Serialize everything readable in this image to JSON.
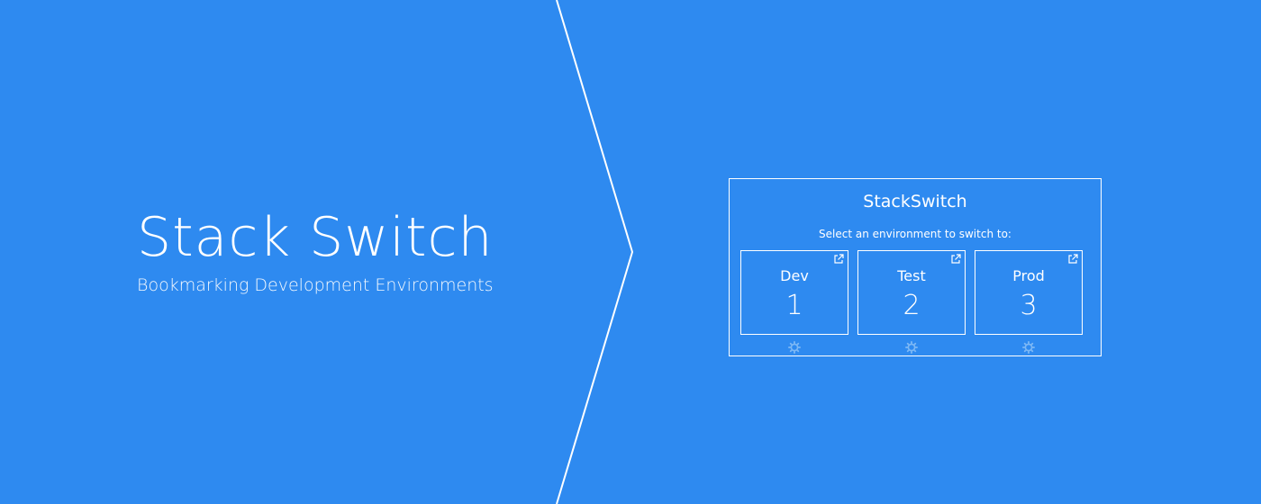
{
  "hero": {
    "title": "Stack Switch",
    "subtitle": "Bookmarking Development Environments"
  },
  "popup": {
    "title": "StackSwitch",
    "subtitle": "Select an environment to switch to:",
    "environments": [
      {
        "name": "Dev",
        "number": "1",
        "icon": "external-link-icon",
        "settings_icon": "gear-icon"
      },
      {
        "name": "Test",
        "number": "2",
        "icon": "external-link-icon",
        "settings_icon": "gear-icon"
      },
      {
        "name": "Prod",
        "number": "3",
        "icon": "external-link-icon",
        "settings_icon": "gear-icon"
      }
    ]
  },
  "colors": {
    "background": "#2e8af0",
    "foreground": "#ffffff",
    "gear": "#7db8f5"
  }
}
